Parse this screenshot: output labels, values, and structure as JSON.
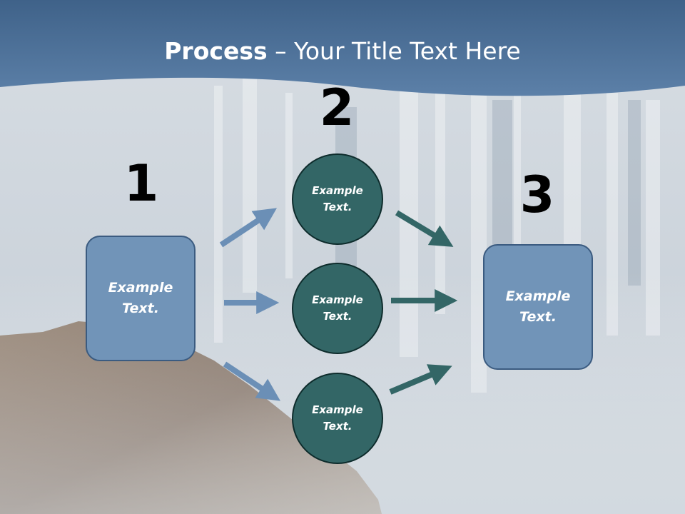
{
  "title": {
    "bold": "Process",
    "rest": " – Your Title Text Here"
  },
  "steps": {
    "one": "1",
    "two": "2",
    "three": "3"
  },
  "boxes": {
    "left": "Example Text.",
    "right": "Example Text."
  },
  "circles": {
    "top": "Example Text.",
    "middle": "Example Text.",
    "bottom": "Example Text."
  },
  "colors": {
    "header": "#466a94",
    "box_fill": "#7194b8",
    "box_border": "#3b5b80",
    "circle_fill": "#336666",
    "blue_arrow": "#6b8fb6",
    "teal_arrow": "#336666"
  }
}
